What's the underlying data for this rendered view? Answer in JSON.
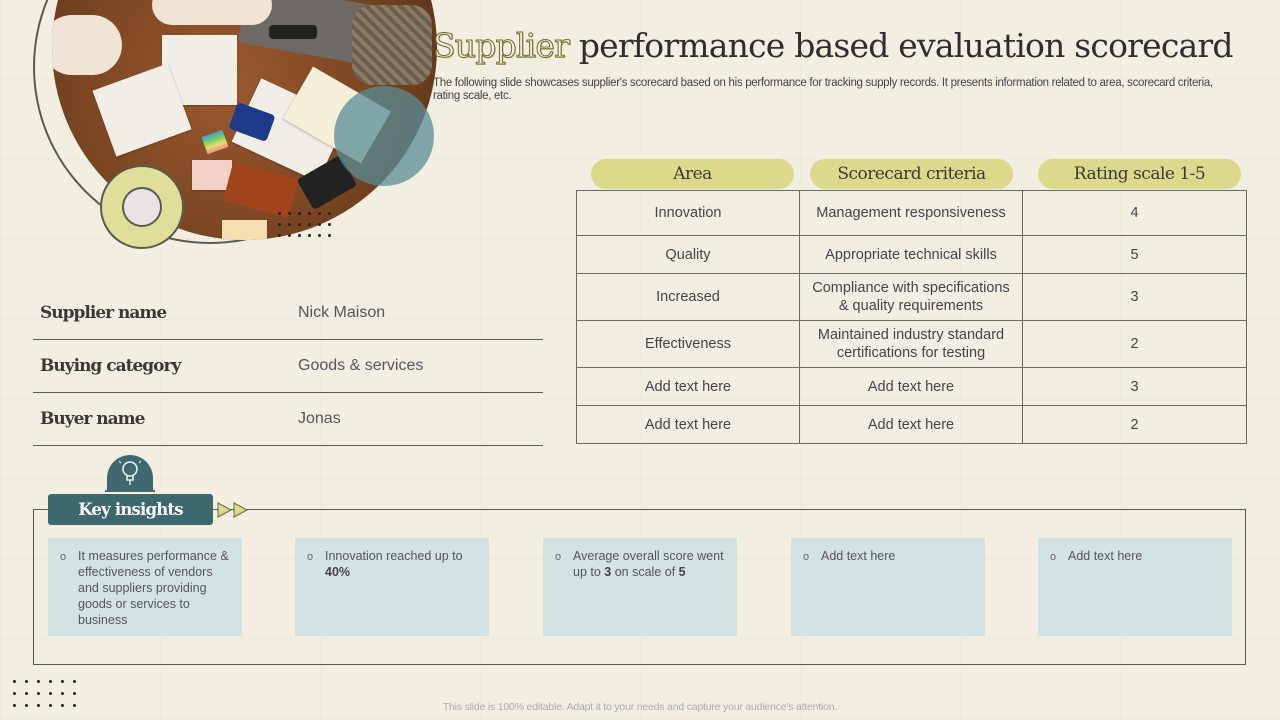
{
  "title": {
    "accent": "Supplier",
    "rest": " performance based evaluation scorecard"
  },
  "subtitle": "The following slide showcases supplier's scorecard based on his performance for tracking supply records. It presents information related to area, scorecard criteria, rating scale, etc.",
  "table": {
    "headers": [
      "Area",
      "Scorecard criteria",
      "Rating scale 1-5"
    ],
    "rows": [
      {
        "area": "Innovation",
        "criteria": "Management responsiveness",
        "rating": "4"
      },
      {
        "area": "Quality",
        "criteria": "Appropriate technical skills",
        "rating": "5"
      },
      {
        "area": "Increased",
        "criteria": "Compliance with specifications & quality requirements",
        "rating": "3"
      },
      {
        "area": "Effectiveness",
        "criteria": "Maintained industry standard certifications for testing",
        "rating": "2"
      },
      {
        "area": "Add text here",
        "criteria": "Add text here",
        "rating": "3"
      },
      {
        "area": "Add text here",
        "criteria": "Add text here",
        "rating": "2"
      }
    ]
  },
  "info": [
    {
      "label": "Supplier name",
      "value": "Nick Maison"
    },
    {
      "label": "Buying category",
      "value": "Goods & services"
    },
    {
      "label": "Buyer name",
      "value": "Jonas"
    }
  ],
  "key_insights": {
    "label": "Key insights",
    "icon": "lightbulb-brain-icon",
    "items": [
      {
        "pre": "It measures performance & effectiveness of vendors and suppliers providing goods or services to business",
        "bold": "",
        "post": "",
        "bold2": ""
      },
      {
        "pre": "Innovation reached up to ",
        "bold": "40%",
        "post": "",
        "bold2": ""
      },
      {
        "pre": "Average overall score went up to ",
        "bold": "3",
        "post": " on scale of ",
        "bold2": "5"
      },
      {
        "pre": "Add text here",
        "bold": "",
        "post": "",
        "bold2": ""
      },
      {
        "pre": "Add text here",
        "bold": "",
        "post": "",
        "bold2": ""
      }
    ]
  },
  "footer": "This slide is 100% editable. Adapt it to your needs and capture your audience's attention.",
  "colors": {
    "background": "#f2efe2",
    "pill": "#dcd88c",
    "teal": "#3e6870",
    "insight_box": "#d3e3e4",
    "yellow_ring": "#dfdf9a"
  }
}
